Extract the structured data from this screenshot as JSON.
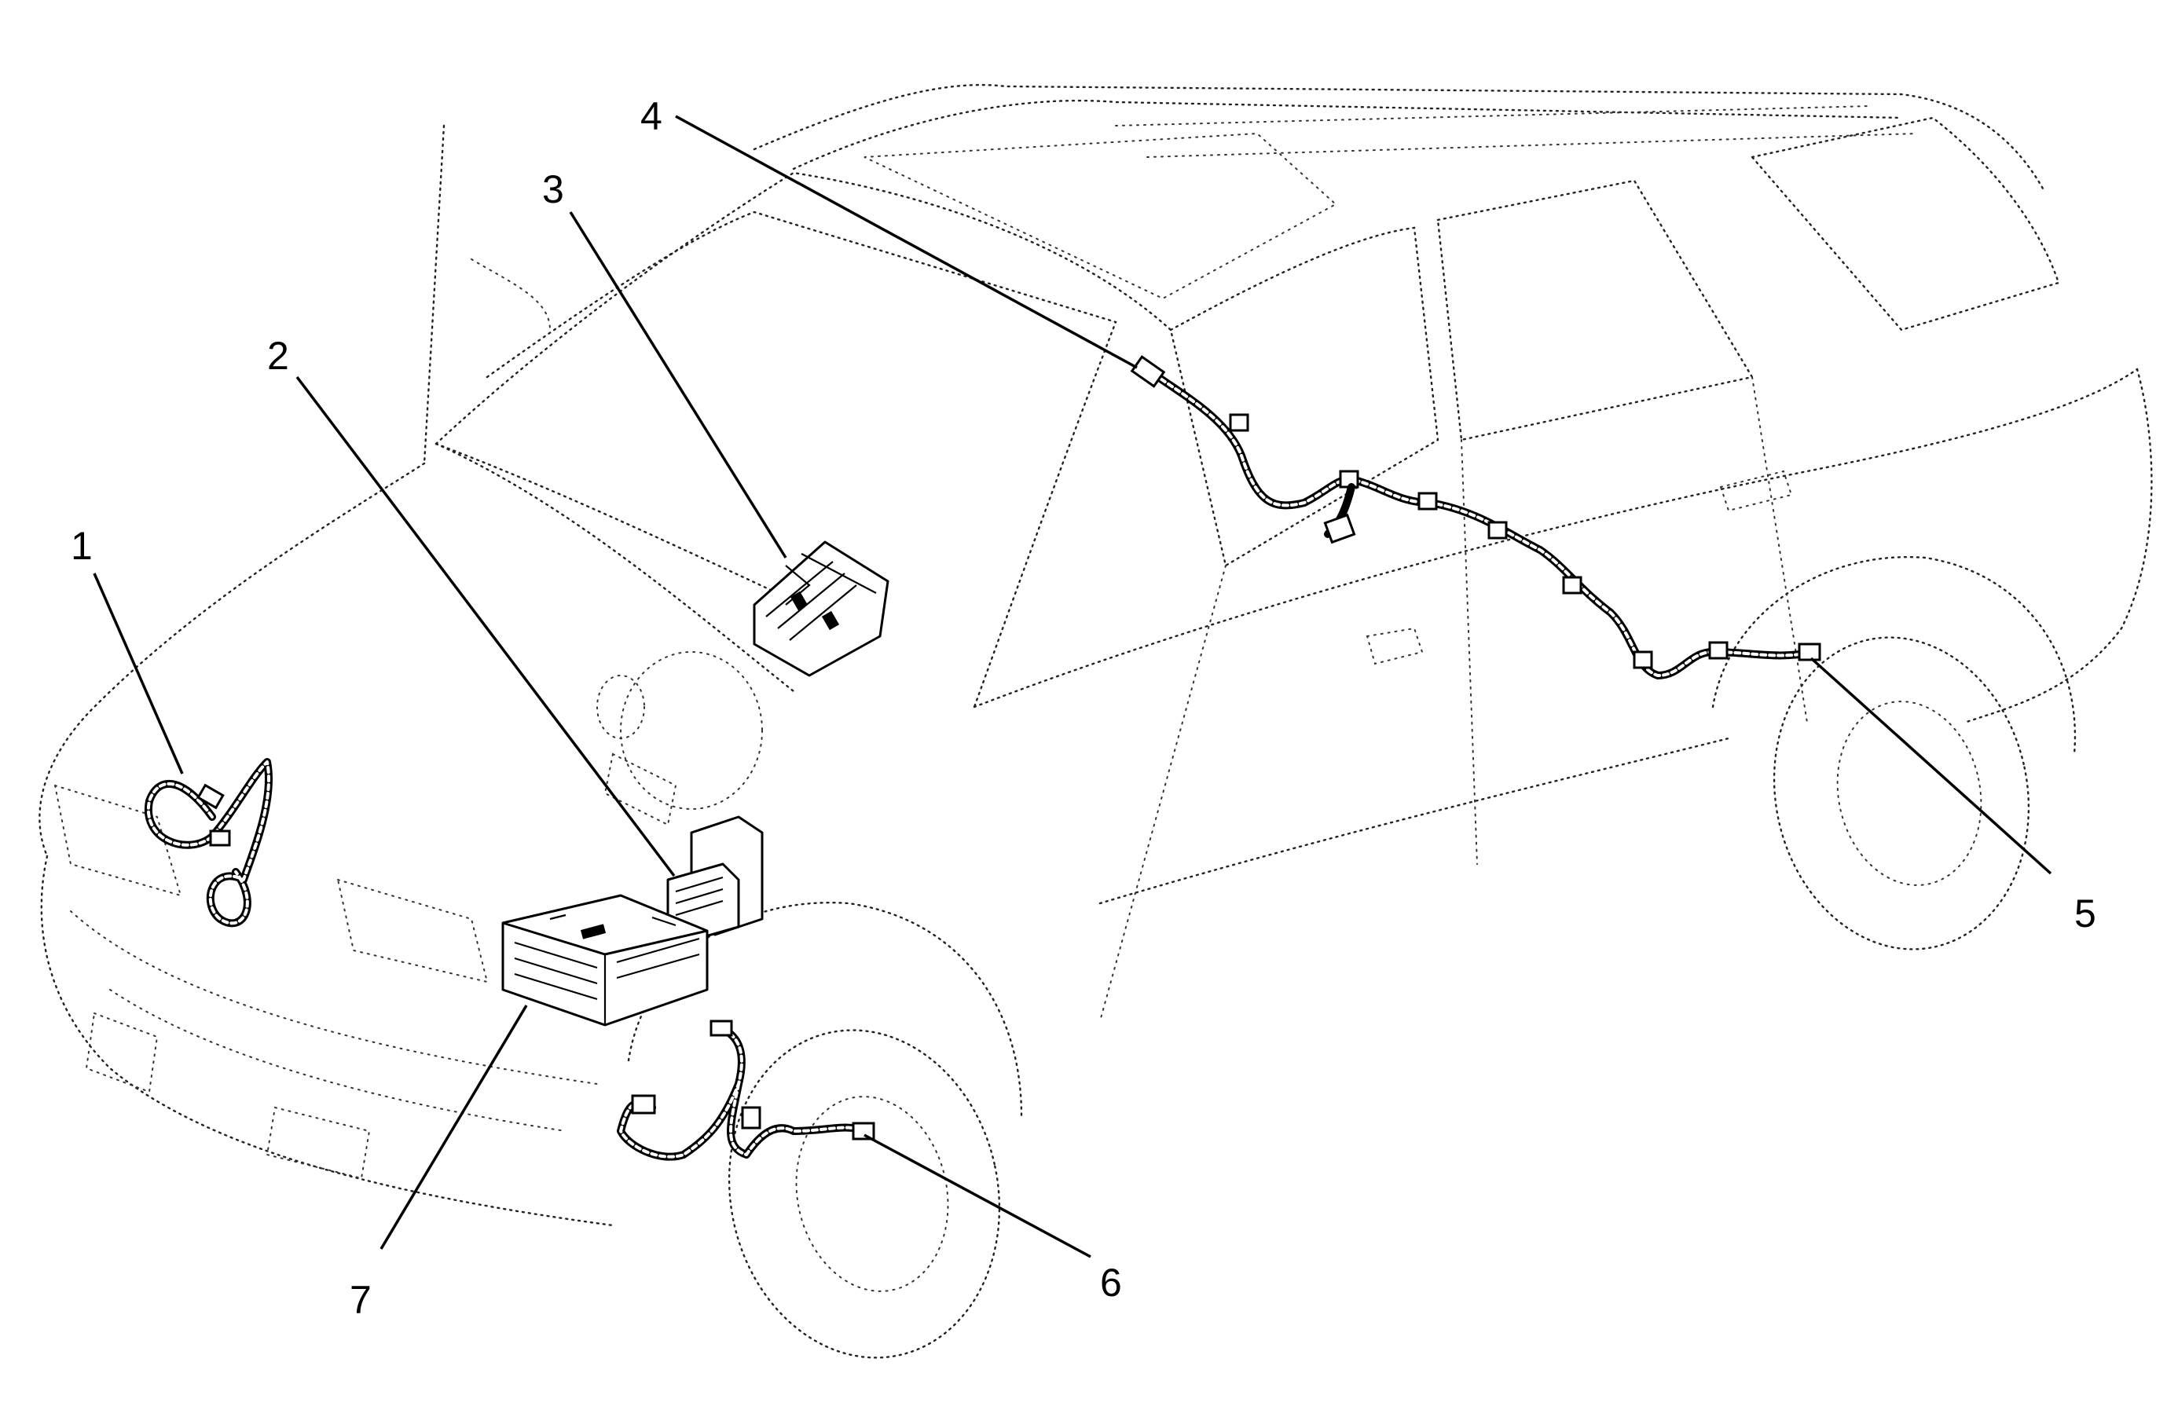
{
  "diagram": {
    "colors": {
      "line": "#000000",
      "background": "#ffffff"
    },
    "callouts": [
      {
        "id": "1",
        "label": "1"
      },
      {
        "id": "2",
        "label": "2"
      },
      {
        "id": "3",
        "label": "3"
      },
      {
        "id": "4",
        "label": "4"
      },
      {
        "id": "5",
        "label": "5"
      },
      {
        "id": "6",
        "label": "6"
      },
      {
        "id": "7",
        "label": "7"
      }
    ]
  }
}
